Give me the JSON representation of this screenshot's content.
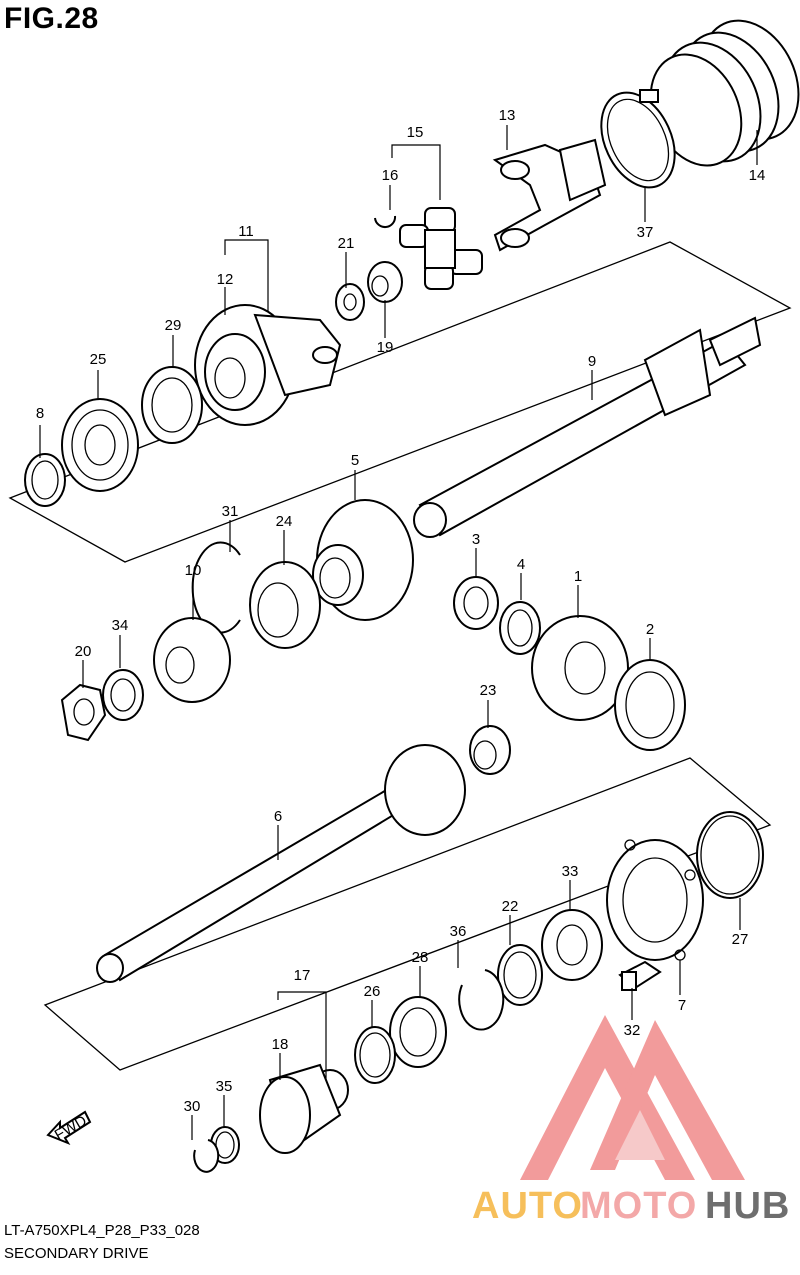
{
  "figure": {
    "title": "FIG.28",
    "code": "LT-A750XPL4_P28_P33_028",
    "name": "SECONDARY DRIVE"
  },
  "fwd_label": "FWD",
  "watermark": {
    "part1": "AUTO",
    "part2": "MOTO",
    "part3": "HUB",
    "colors": {
      "auto": "#f5b53f",
      "moto": "#f29999",
      "hub": "#555555",
      "triangle": "#f08a8a"
    }
  },
  "callouts": {
    "c1": "1",
    "c2": "2",
    "c3": "3",
    "c4": "4",
    "c5": "5",
    "c6": "6",
    "c7": "7",
    "c8": "8",
    "c9": "9",
    "c10": "10",
    "c11": "11",
    "c12": "12",
    "c13": "13",
    "c14": "14",
    "c15": "15",
    "c16": "16",
    "c17": "17",
    "c18": "18",
    "c19": "19",
    "c20": "20",
    "c21": "21",
    "c22": "22",
    "c23": "23",
    "c24": "24",
    "c25": "25",
    "c26": "26",
    "c27": "27",
    "c28": "28",
    "c29": "29",
    "c30": "30",
    "c31": "31",
    "c32": "32",
    "c33": "33",
    "c34": "34",
    "c35": "35",
    "c36": "36",
    "c37": "37"
  }
}
